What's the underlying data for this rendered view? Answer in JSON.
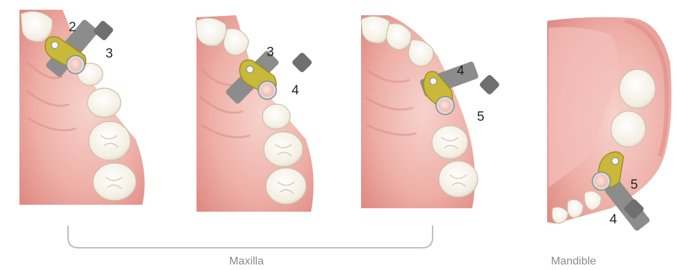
{
  "panels": [
    {
      "id": "maxilla-1",
      "labels": [
        "2",
        "3"
      ]
    },
    {
      "id": "maxilla-2",
      "labels": [
        "3",
        "4"
      ]
    },
    {
      "id": "maxilla-3",
      "labels": [
        "4",
        "5"
      ]
    },
    {
      "id": "mandible-1",
      "labels": [
        "5",
        "4"
      ]
    }
  ],
  "captions": {
    "maxilla": "Maxilla",
    "mandible": "Mandible"
  },
  "colors": {
    "gum": "#e89a94",
    "gum_light": "#f3c7c0",
    "palate": "#f0b3ab",
    "tooth": "#f7f3ea",
    "plate": "#c9b93a",
    "arm": "#8a8a8a",
    "bracket": "#c0c0c0"
  }
}
